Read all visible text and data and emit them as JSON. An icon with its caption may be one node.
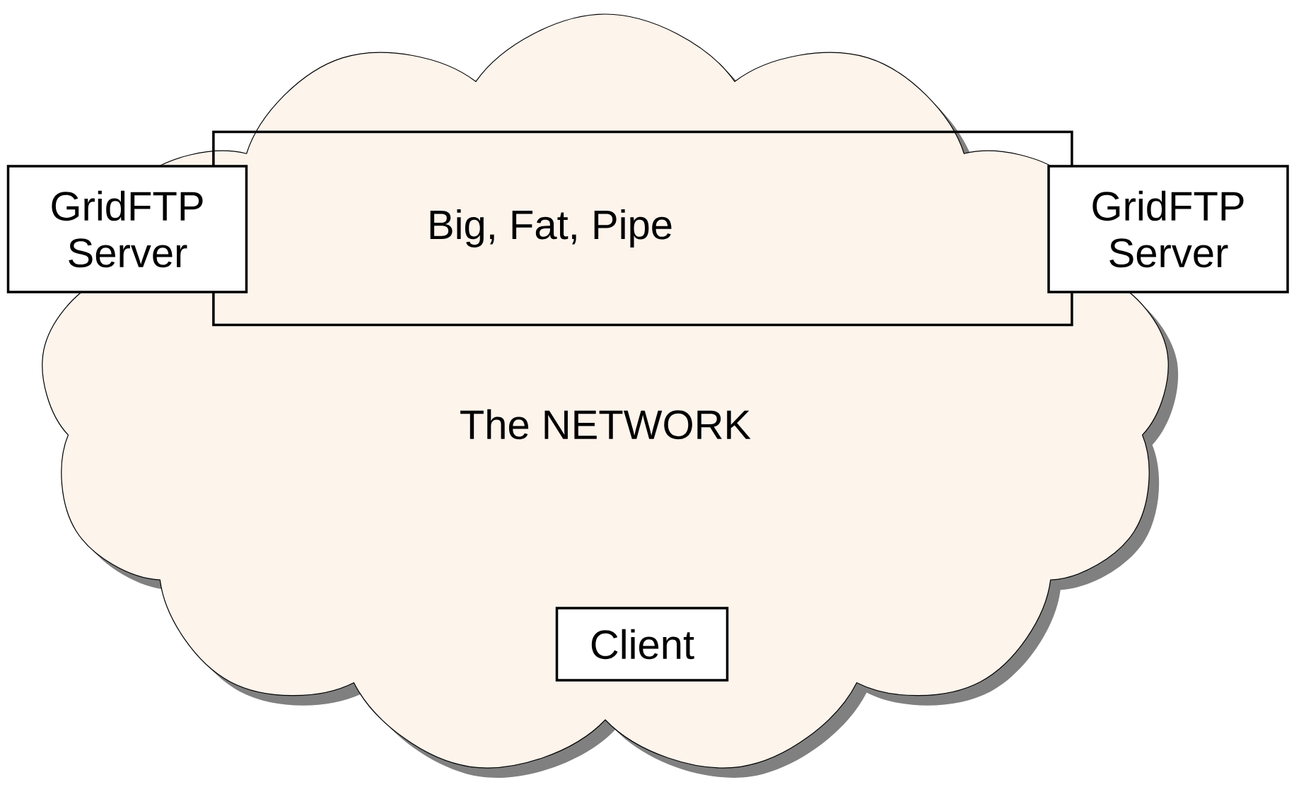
{
  "diagram": {
    "nodes": [
      {
        "text": [
          "The NETWORK"
        ]
      },
      {
        "text": [
          "GridFTP Server"
        ]
      },
      {
        "text": [
          "Big, Fat, Pipe"
        ],
        "in": 0
      },
      {
        "text": [
          "GridFTP Server"
        ]
      },
      {
        "text": [
          "Client"
        ],
        "in": 0
      }
    ]
  }
}
